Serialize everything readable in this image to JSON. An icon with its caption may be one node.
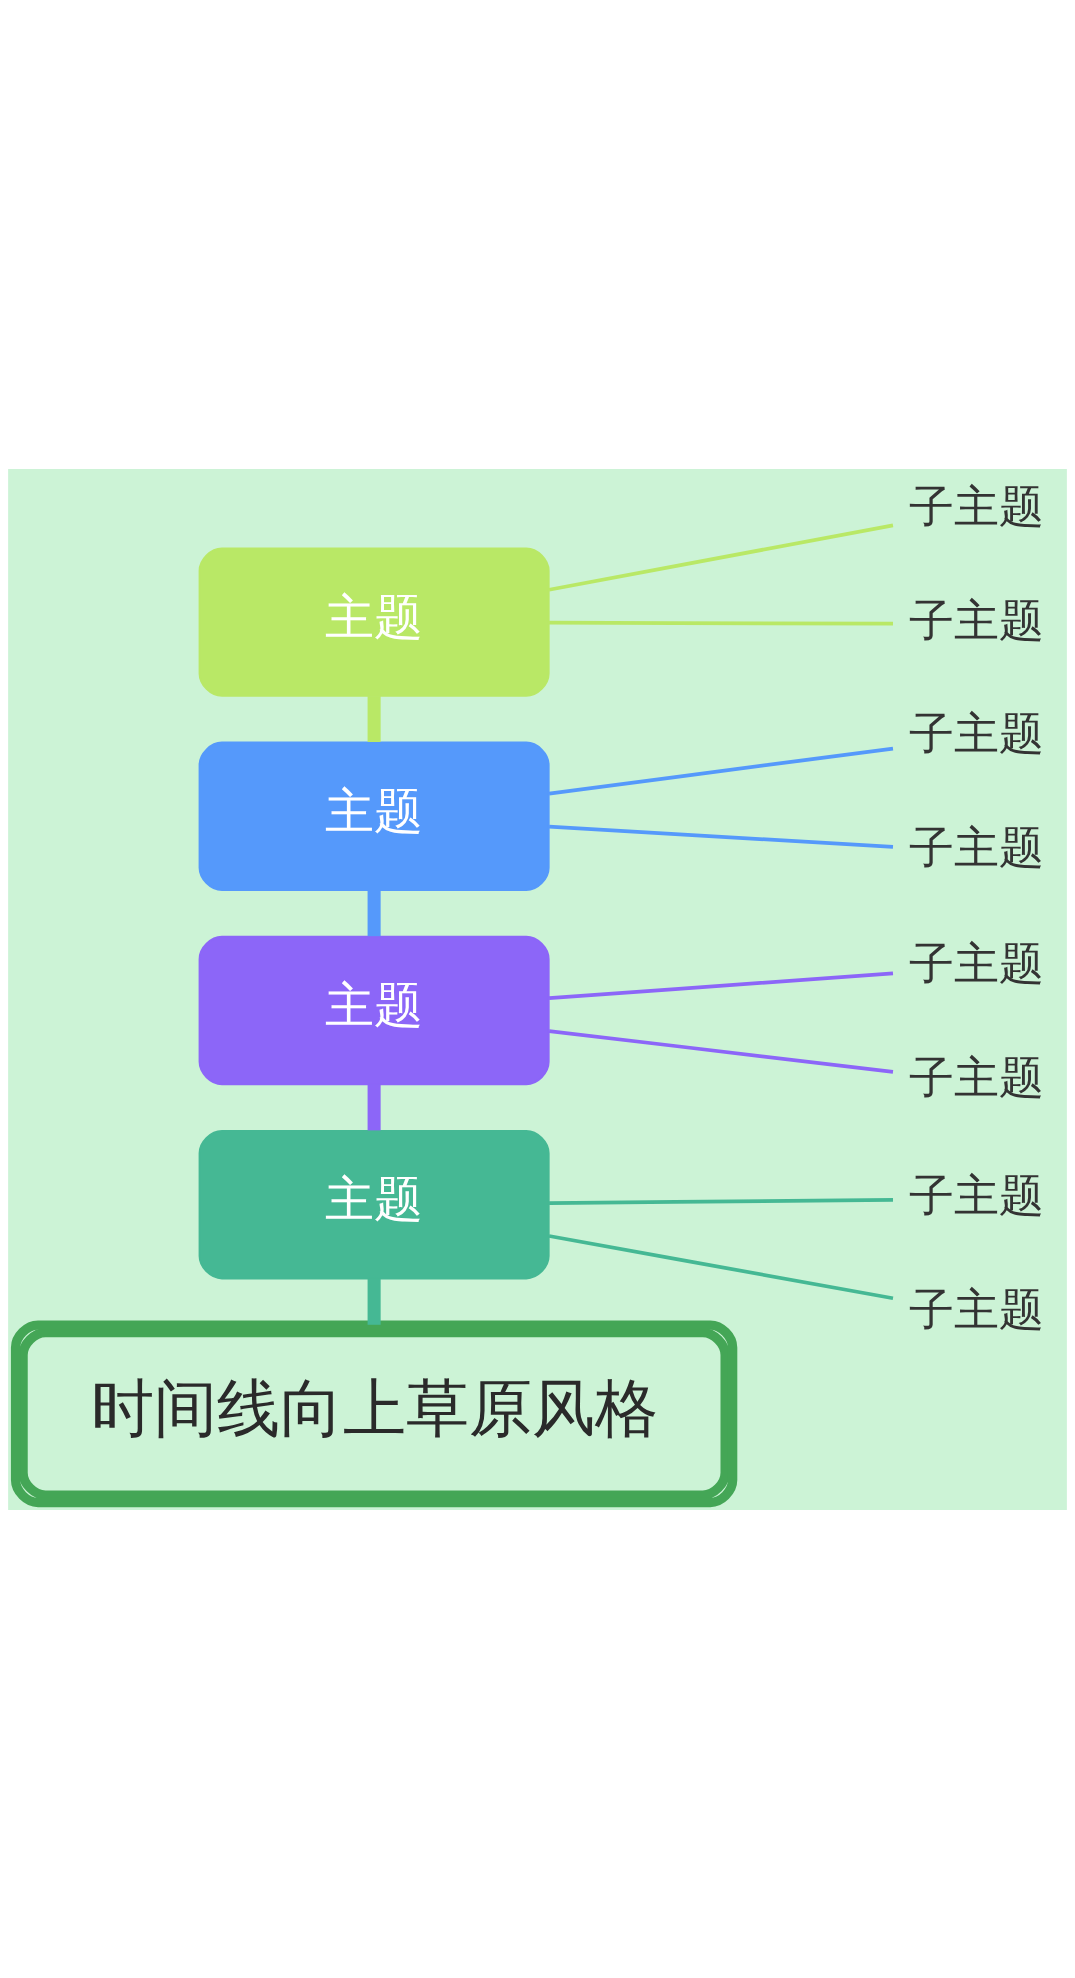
{
  "diagram": {
    "nodes": [
      {
        "text": [
          "主题"
        ]
      },
      {
        "text": [
          "子主题"
        ]
      },
      {
        "text": [
          "子主题"
        ]
      },
      {
        "text": [
          "主题"
        ]
      },
      {
        "text": [
          "子主题"
        ]
      },
      {
        "text": [
          "子主题"
        ]
      },
      {
        "text": [
          "主题"
        ]
      },
      {
        "text": [
          "子主题"
        ]
      },
      {
        "text": [
          "子主题"
        ]
      },
      {
        "text": [
          "主题"
        ]
      },
      {
        "text": [
          "子主题"
        ]
      },
      {
        "text": [
          "子主题"
        ]
      },
      {
        "text": [
          "时间线向上草原风格"
        ]
      }
    ],
    "edges": [
      {
        "from": 0,
        "to": 1,
        "arrow": "none",
        "color": "#b9e866"
      },
      {
        "from": 0,
        "to": 2,
        "arrow": "none",
        "color": "#b9e866"
      },
      {
        "from": 0,
        "to": 3,
        "arrow": "none",
        "style": "thick",
        "color": "#b9e866"
      },
      {
        "from": 3,
        "to": 4,
        "arrow": "none",
        "color": "#5599fb"
      },
      {
        "from": 3,
        "to": 5,
        "arrow": "none",
        "color": "#5599fb"
      },
      {
        "from": 3,
        "to": 6,
        "arrow": "none",
        "style": "thick",
        "color": "#5599fb"
      },
      {
        "from": 6,
        "to": 7,
        "arrow": "none",
        "color": "#8c66f8"
      },
      {
        "from": 6,
        "to": 8,
        "arrow": "none",
        "color": "#8c66f8"
      },
      {
        "from": 6,
        "to": 9,
        "arrow": "none",
        "style": "thick",
        "color": "#8c66f8"
      },
      {
        "from": 9,
        "to": 10,
        "arrow": "none",
        "color": "#45b894"
      },
      {
        "from": 9,
        "to": 11,
        "arrow": "none",
        "color": "#45b894"
      },
      {
        "from": 9,
        "to": 12,
        "arrow": "none",
        "style": "thick",
        "color": "#45b894"
      }
    ]
  }
}
